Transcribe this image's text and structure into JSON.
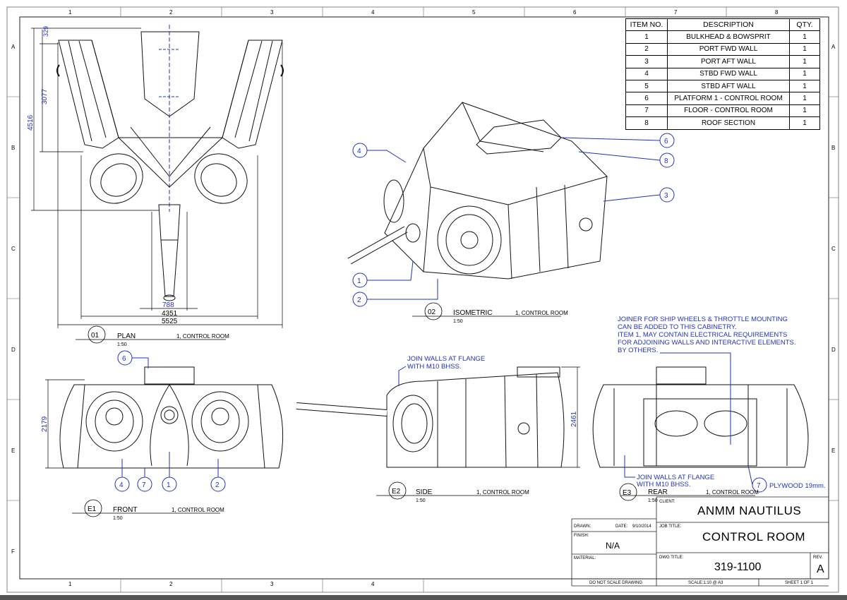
{
  "zone_columns": [
    "1",
    "2",
    "3",
    "4",
    "5",
    "6",
    "7",
    "8"
  ],
  "zone_rows": [
    "A",
    "B",
    "C",
    "D",
    "E",
    "F"
  ],
  "bottom_zone_columns": [
    "1",
    "2",
    "3",
    "4"
  ],
  "item_table": {
    "headers": [
      "ITEM NO.",
      "DESCRIPTION",
      "QTY."
    ],
    "rows": [
      {
        "no": "1",
        "desc": "BULKHEAD & BOWSPRIT",
        "qty": "1"
      },
      {
        "no": "2",
        "desc": "PORT FWD WALL",
        "qty": "1"
      },
      {
        "no": "3",
        "desc": "PORT AFT WALL",
        "qty": "1"
      },
      {
        "no": "4",
        "desc": "STBD FWD WALL",
        "qty": "1"
      },
      {
        "no": "5",
        "desc": "STBD AFT WALL",
        "qty": "1"
      },
      {
        "no": "6",
        "desc": "PLATFORM 1 - CONTROL ROOM",
        "qty": "1"
      },
      {
        "no": "7",
        "desc": "FLOOR - CONTROL ROOM",
        "qty": "1"
      },
      {
        "no": "8",
        "desc": "ROOF SECTION",
        "qty": "1"
      }
    ]
  },
  "views": {
    "plan": {
      "id": "01",
      "name": "PLAN",
      "config": "1, CONTROL ROOM",
      "scale": "1:50"
    },
    "iso": {
      "id": "02",
      "name": "ISOMETRIC",
      "config": "1, CONTROL ROOM",
      "scale": "1:50"
    },
    "front": {
      "id": "E1",
      "name": "FRONT",
      "config": "1, CONTROL ROOM",
      "scale": "1:50"
    },
    "side": {
      "id": "E2",
      "name": "SIDE",
      "config": "1, CONTROL ROOM",
      "scale": "1:50"
    },
    "rear": {
      "id": "E3",
      "name": "REAR",
      "config": "1, CONTROL ROOM",
      "scale": "1:50"
    }
  },
  "dimensions": {
    "plan_top": "329",
    "plan_3077": "3077",
    "plan_4516": "4516",
    "plan_788": "788",
    "plan_4351": "4351",
    "plan_5525": "5525",
    "front_height": "2179",
    "side_height": "2461"
  },
  "balloons": {
    "iso": [
      "4",
      "6",
      "8",
      "3",
      "1",
      "2"
    ],
    "front_top": "6",
    "front": [
      "4",
      "7",
      "1",
      "2"
    ],
    "rear": "7"
  },
  "notes": {
    "join_side_1": "JOIN WALLS AT FLANGE",
    "join_side_2": "WITH M10 BHSS.",
    "joiner_1": "JOINER FOR SHIP WHEELS & THROTTLE MOUNTING",
    "joiner_2": "CAN BE ADDED TO THIS CABINETRY.",
    "joiner_3": " ITEM 1, MAY CONTAIN ELECTRICAL REQUIREMENTS",
    "joiner_4": "FOR ADJOINING WALLS AND INTERACTIVE ELEMENTS.",
    "joiner_5": "BY OTHERS.",
    "join_rear_1": "JOIN WALLS AT FLANGE",
    "join_rear_2": "WITH M10 BHSS.",
    "plywood": "PLYWOOD 19mm."
  },
  "title_block": {
    "drawn_label": "DRAWN:",
    "date_label": "DATE:",
    "date_value": "9/10/2014",
    "finish_label": "FINISH:",
    "finish_value": "N/A",
    "material_label": "MATERIAL:",
    "do_not_scale": "DO NOT SCALE DRAWING",
    "client_label": "CLIENT:",
    "client_value": "ANMM NAUTILUS",
    "job_title_label": "JOB TITLE:",
    "job_title_value": "CONTROL ROOM",
    "dwg_title_label": "DWG TITLE:",
    "dwg_title_value": "319-1100",
    "rev_label": "REV.",
    "rev_value": "A",
    "scale_text": "SCALE:1:10 @ A3",
    "sheet_text": "SHEET 1 OF 1"
  },
  "colors": {
    "ink": "#000000",
    "annotation": "#1a1acc",
    "frame": "#444444",
    "bottom_bar": "#555555"
  }
}
